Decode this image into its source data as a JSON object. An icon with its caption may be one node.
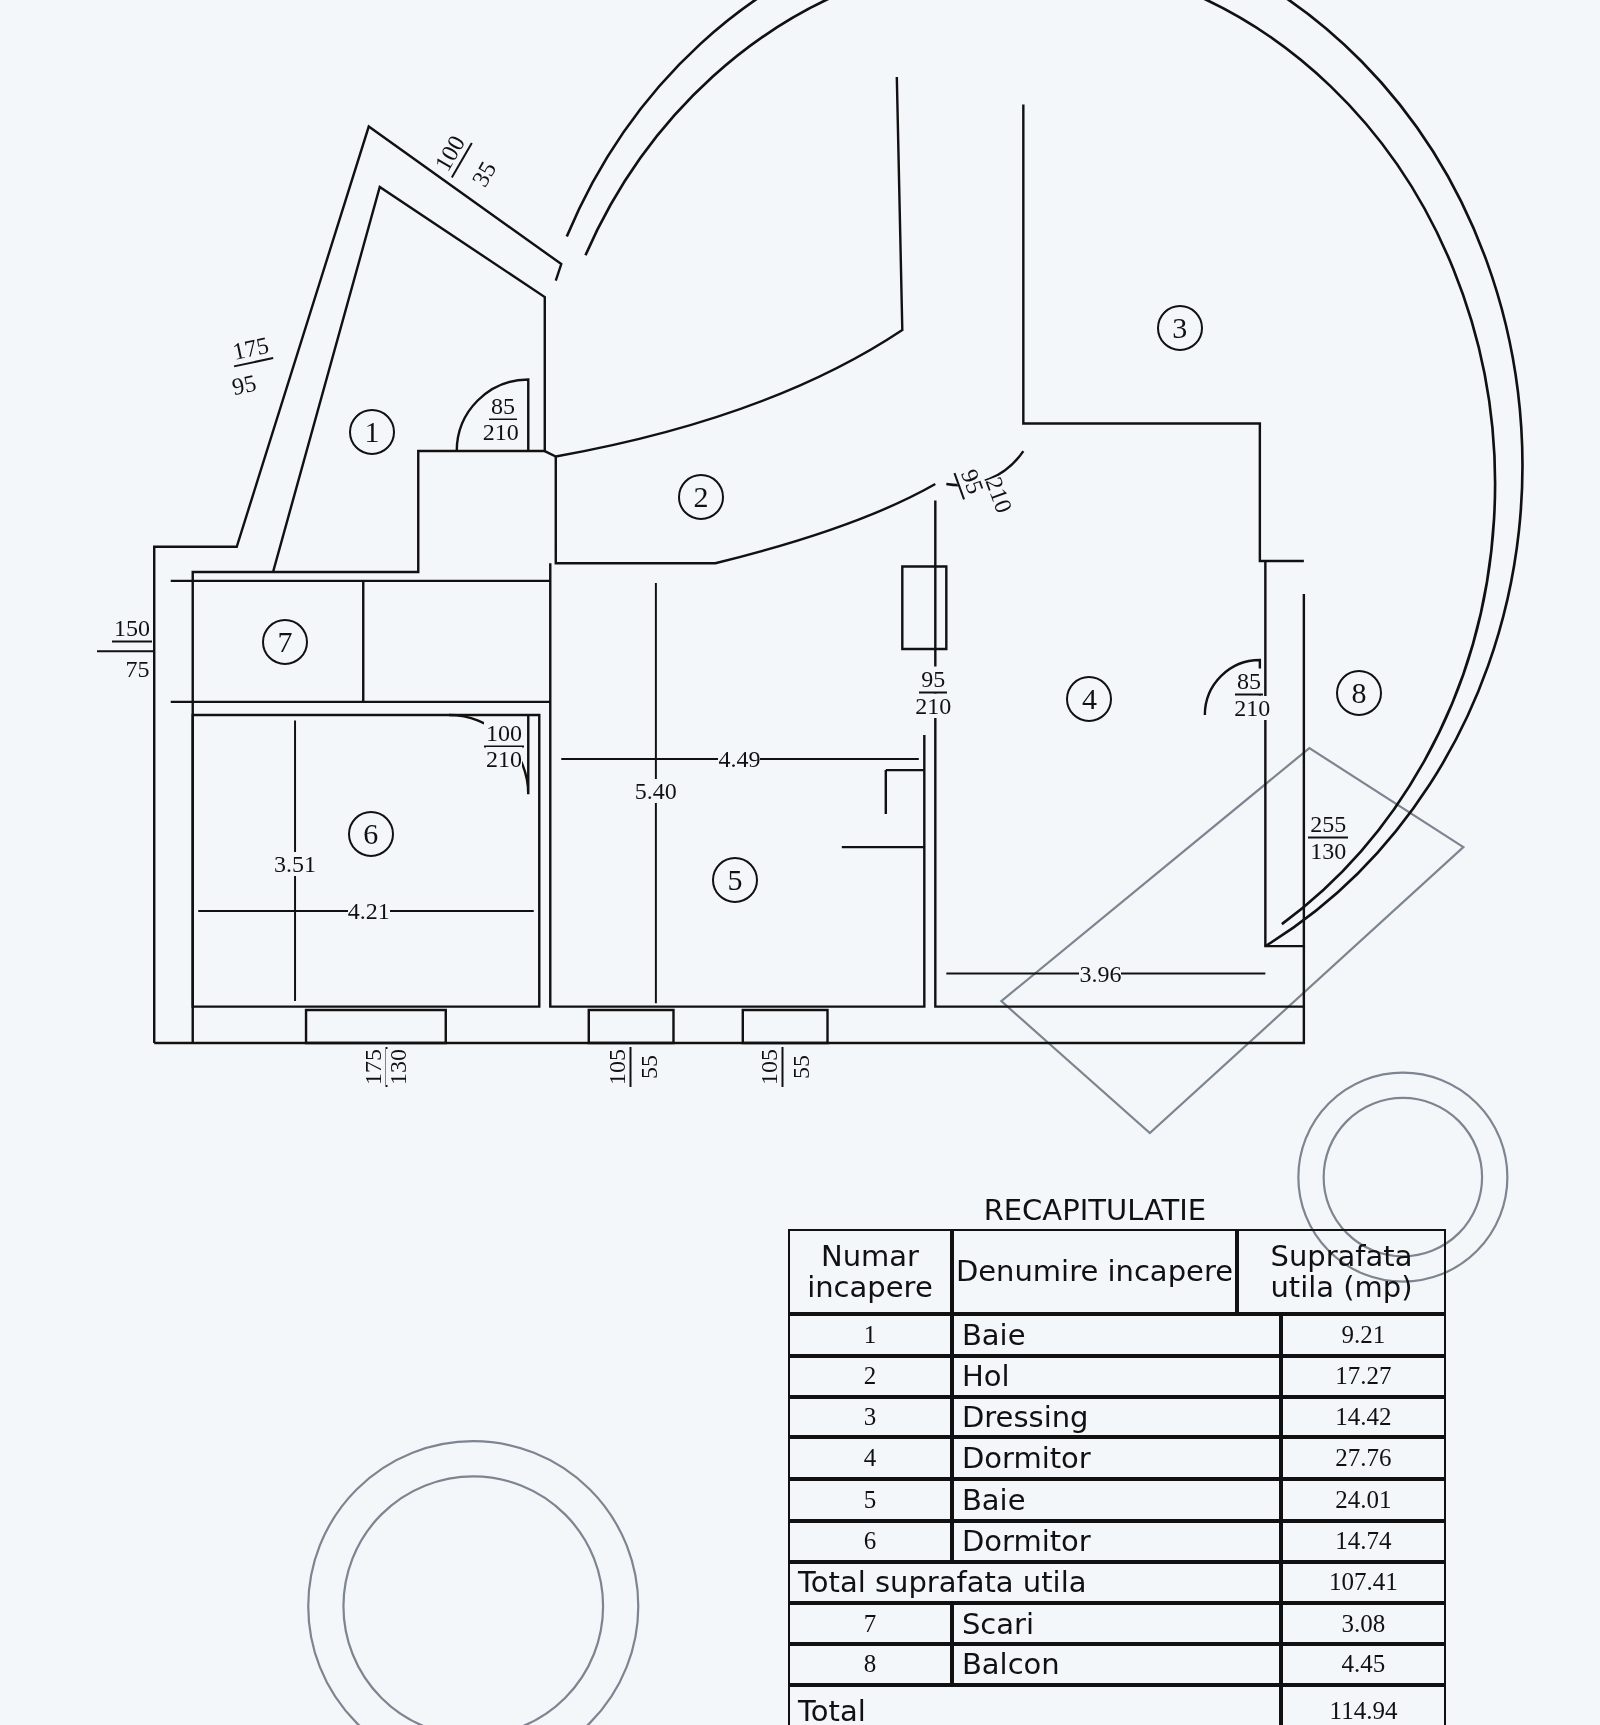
{
  "diagram": {
    "labels": [
      "100",
      "35",
      "175",
      "95",
      "1",
      "85",
      "210",
      "2",
      "3",
      "95",
      "210",
      "150",
      "75",
      "7",
      "95",
      "210",
      "4",
      "85",
      "210",
      "8",
      "100",
      "210",
      "4.49",
      "5.40",
      "6",
      "255",
      "130",
      "3.51",
      "5",
      "4.21",
      "3.96",
      "175",
      "130",
      "105",
      "55",
      "105",
      "55",
      "RECAPITULATIE",
      "Numar incapere",
      "Denumire incapere",
      "Suprafata utila (mp)",
      "1",
      "Baie",
      "9.21",
      "2",
      "Hol",
      "17.27",
      "3",
      "Dressing",
      "14.42",
      "4",
      "Dormitor",
      "27.76",
      "5",
      "Baie",
      "24.01",
      "6",
      "Dormitor",
      "14.74",
      "Total suprafata utila",
      "107.41",
      "7",
      "Scari",
      "3.08",
      "8",
      "Balcon",
      "4.45",
      "Total",
      "114.94"
    ]
  }
}
